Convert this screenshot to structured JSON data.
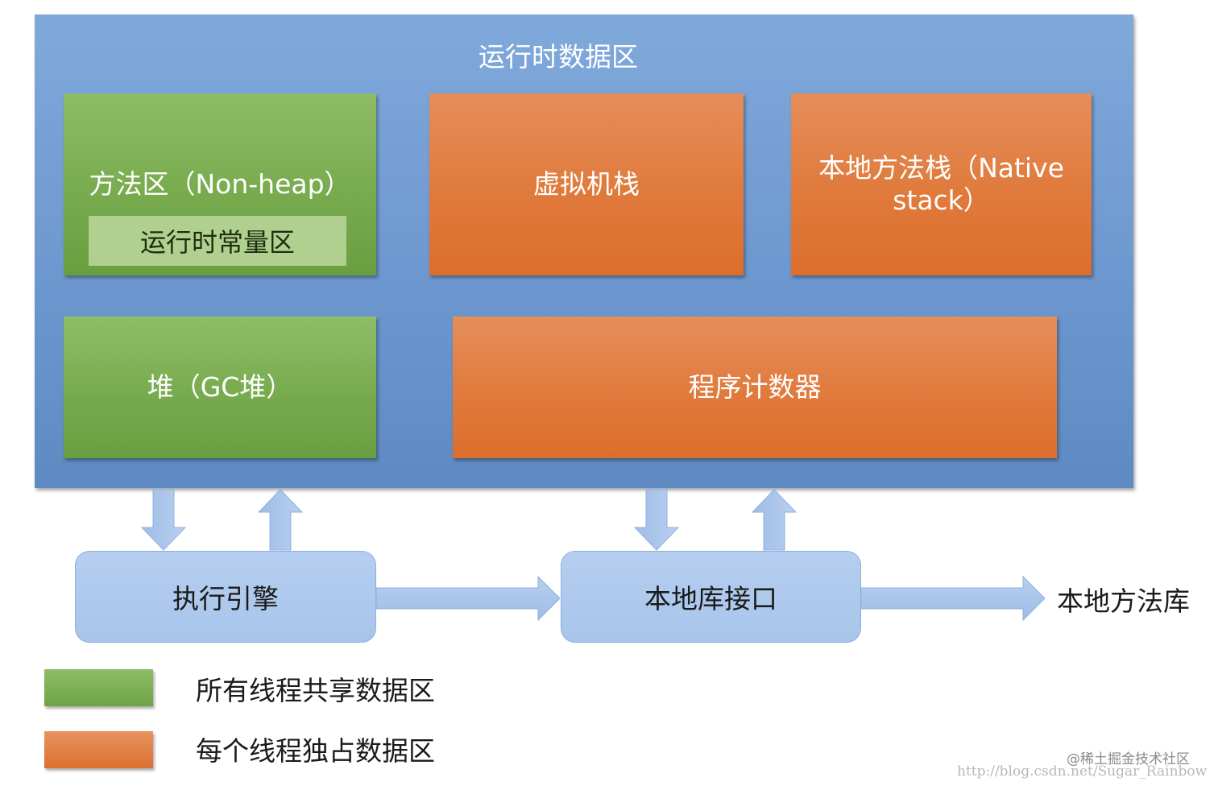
{
  "runtime_area": {
    "title": "运行时数据区"
  },
  "method_area": {
    "label": "方法区（Non-heap）",
    "constant_pool": "运行时常量区"
  },
  "vm_stack": {
    "label": "虚拟机栈"
  },
  "native_stack": {
    "label": "本地方法栈（Native stack）"
  },
  "heap": {
    "label": "堆（GC堆）"
  },
  "pc_register": {
    "label": "程序计数器"
  },
  "execution_engine": {
    "label": "执行引擎"
  },
  "native_interface": {
    "label": "本地库接口"
  },
  "native_library": {
    "label": "本地方法库"
  },
  "legend": {
    "shared": {
      "label": "所有线程共享数据区",
      "color": "#76a94c"
    },
    "private": {
      "label": "每个线程独占数据区",
      "color": "#e07a3c"
    }
  },
  "watermarks": {
    "juejin": "@稀土掘金技术社区",
    "csdn": "http://blog.csdn.net/Sugar_Rainbow"
  }
}
